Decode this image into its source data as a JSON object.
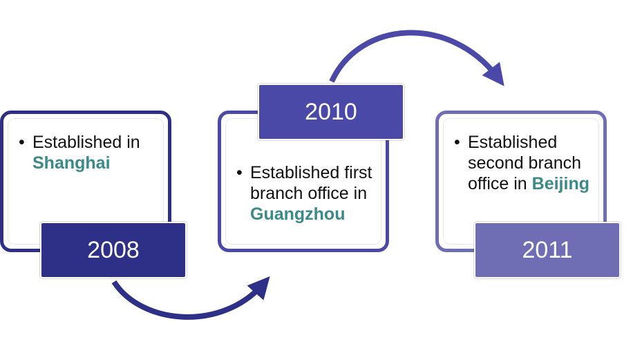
{
  "colors": {
    "dark_navy": "#2e2f87",
    "indigo": "#4b49a8",
    "lavender": "#6f6eb5",
    "highlight_teal": "#3a8a8a"
  },
  "stages": [
    {
      "year": "2008",
      "text_before": "Established in ",
      "place": "Shanghai"
    },
    {
      "year": "2010",
      "text_before": "Established first branch office in ",
      "place": "Guangzhou"
    },
    {
      "year": "2011",
      "text_before": "Established second branch office in ",
      "place": "Beijing"
    }
  ]
}
